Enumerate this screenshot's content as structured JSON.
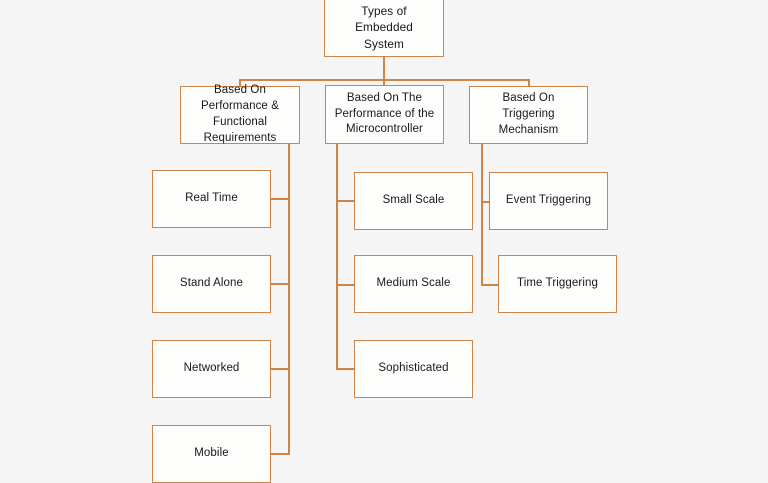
{
  "diagram": {
    "title_text": "Types of Embedded System",
    "background_color": "#f5f5f5",
    "line_color": "#cd8449",
    "box_fill_color": "#fdfdfc",
    "text_color": "#17181a",
    "root": {
      "label": "Types of Embedded\nSystem"
    },
    "categories": [
      {
        "label": "Based On\nPerformance &\nFunctional\nRequirements"
      },
      {
        "label": "Based On The\nPerformance of the\nMicrocontroller"
      },
      {
        "label": "Based On Triggering\nMechanism"
      }
    ],
    "leaves": {
      "performance_functional": [
        {
          "label": "Real Time"
        },
        {
          "label": "Stand Alone"
        },
        {
          "label": "Networked"
        },
        {
          "label": "Mobile"
        }
      ],
      "microcontroller_performance": [
        {
          "label": "Small Scale"
        },
        {
          "label": "Medium  Scale"
        },
        {
          "label": "Sophisticated"
        }
      ],
      "triggering_mechanism": [
        {
          "label": "Event Triggering"
        },
        {
          "label": "Time Triggering"
        }
      ]
    }
  }
}
